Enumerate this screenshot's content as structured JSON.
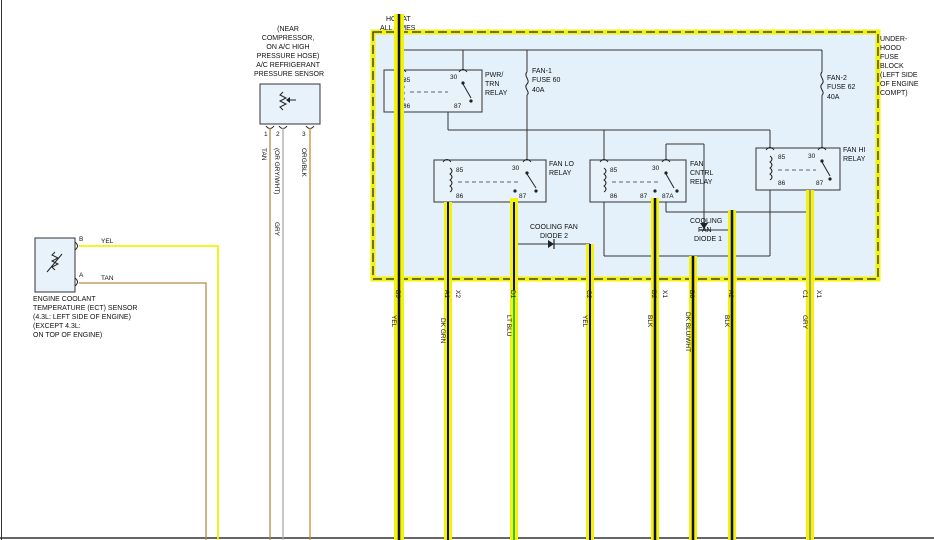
{
  "notes": {
    "hot_at_all_times": [
      "HOT AT",
      "ALL TIMES"
    ],
    "fuse_block": [
      "UNDER-",
      "HOOD",
      "FUSE",
      "BLOCK",
      "(LEFT SIDE",
      "OF ENGINE",
      "COMPT)"
    ],
    "ac_sensor": [
      "(NEAR",
      "COMPRESSOR,",
      "ON A/C HIGH",
      "PRESSURE HOSE)",
      "A/C REFRIGERANT",
      "PRESSURE SENSOR"
    ],
    "ect_sensor": [
      "ENGINE COOLANT",
      "TEMPERATURE (ECT) SENSOR",
      "(4.3L: LEFT SIDE OF ENGINE)",
      "(EXCEPT 4.3L:",
      "ON TOP OF ENGINE)"
    ]
  },
  "relays": {
    "pwr_trn": [
      "PWR/",
      "TRN",
      "RELAY"
    ],
    "fan_lo": [
      "FAN LO",
      "RELAY"
    ],
    "fan_cntrl": [
      "FAN",
      "CNTRL",
      "RELAY"
    ],
    "fan_hi": [
      "FAN HI",
      "RELAY"
    ]
  },
  "fuses": {
    "fan1": [
      "FAN-1",
      "FUSE 60",
      "40A"
    ],
    "fan2": [
      "FAN-2",
      "FUSE 62",
      "40A"
    ]
  },
  "diodes": {
    "d2": [
      "COOLING FAN",
      "DIODE 2"
    ],
    "d1": [
      "COOLING",
      "FAN",
      "DIODE 1"
    ]
  },
  "pins": {
    "p85": "85",
    "p86": "86",
    "p30": "30",
    "p87": "87",
    "p87a": "87A",
    "p1": "1",
    "p2": "2",
    "p3": "3",
    "pB": "B",
    "pA": "A"
  },
  "connectors": [
    "B9",
    "A1",
    "X2",
    "D1",
    "C2",
    "D2",
    "X1",
    "B6",
    "A2",
    "C1",
    "X1"
  ],
  "wires": {
    "yel": "YEL",
    "tan": "TAN",
    "gry": "GRY",
    "gry_wht": "(OR GRY/WHT)",
    "org_blk": "ORG/BLK",
    "dk_grn": "DK GRN",
    "lt_blu": "LT BLU",
    "blk": "BLK",
    "dk_blu_wht": "DK BLU/WHT"
  },
  "colors": {
    "highlight_yellow": "#f2f20a",
    "fuse_block_fill": "#e4f1fa",
    "wire_tan": "#b08a4a",
    "wire_orange": "#c88a3a",
    "wire_green": "#33c233",
    "wire_black": "#111111"
  }
}
